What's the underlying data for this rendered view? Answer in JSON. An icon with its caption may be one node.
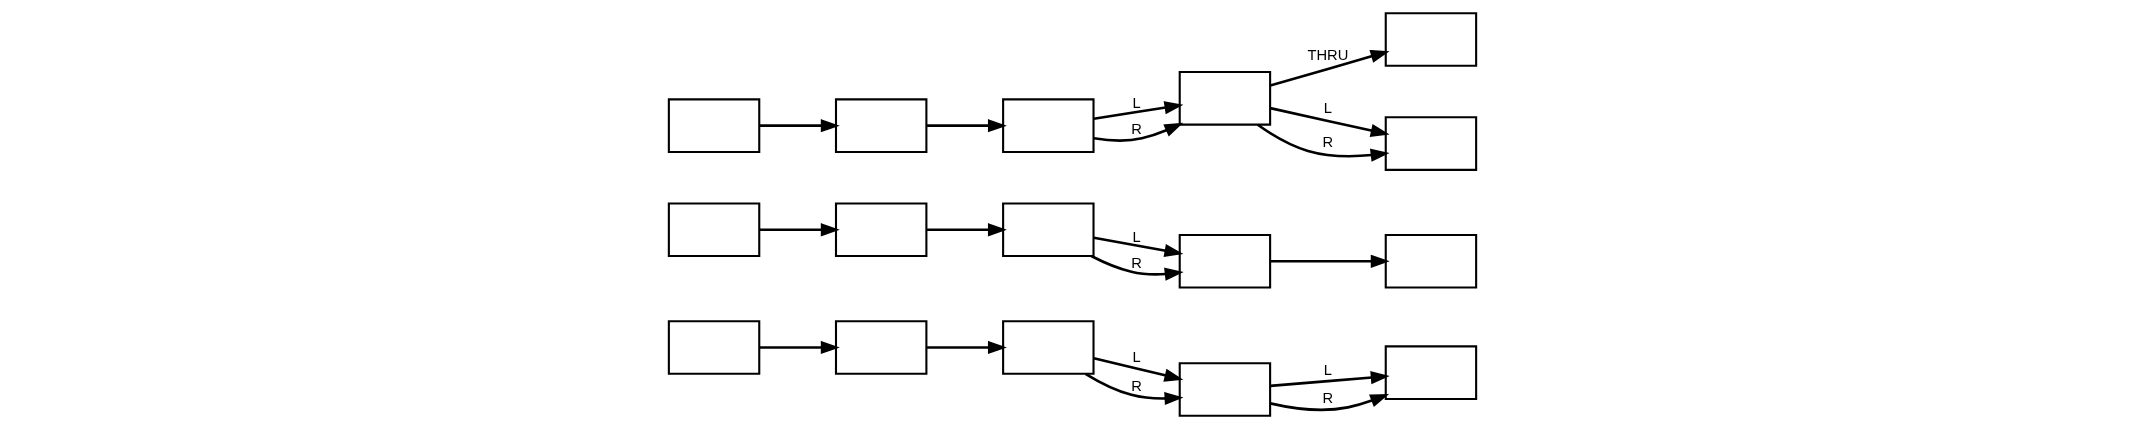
{
  "diagram": {
    "nodes": [
      {
        "text": [],
        "shape": "box"
      },
      {
        "text": [],
        "shape": "box"
      },
      {
        "text": [],
        "shape": "box"
      },
      {
        "text": [],
        "shape": "box"
      },
      {
        "text": [],
        "shape": "box"
      },
      {
        "text": [],
        "shape": "box"
      },
      {
        "text": [],
        "shape": "box"
      },
      {
        "text": [],
        "shape": "box"
      },
      {
        "text": [],
        "shape": "box"
      },
      {
        "text": [],
        "shape": "box"
      },
      {
        "text": [],
        "shape": "box"
      },
      {
        "text": [],
        "shape": "box"
      },
      {
        "text": [],
        "shape": "box"
      },
      {
        "text": [],
        "shape": "box"
      },
      {
        "text": [],
        "shape": "box"
      },
      {
        "text": [],
        "shape": "box"
      }
    ],
    "edges": [
      {
        "from": 0,
        "to": 1,
        "arrow": "to"
      },
      {
        "from": 1,
        "to": 2,
        "arrow": "to"
      },
      {
        "from": 2,
        "to": 3,
        "arrow": "to",
        "label": "L"
      },
      {
        "from": 2,
        "to": 3,
        "arrow": "to",
        "label": "R"
      },
      {
        "from": 3,
        "to": 4,
        "arrow": "to",
        "label": "L"
      },
      {
        "from": 3,
        "to": 4,
        "arrow": "to",
        "label": "R"
      },
      {
        "from": 5,
        "to": 6,
        "arrow": "to"
      },
      {
        "from": 6,
        "to": 7,
        "arrow": "to"
      },
      {
        "from": 7,
        "to": 8,
        "arrow": "to",
        "label": "L"
      },
      {
        "from": 7,
        "to": 8,
        "arrow": "to",
        "label": "R"
      },
      {
        "from": 8,
        "to": 9,
        "arrow": "to"
      },
      {
        "from": 10,
        "to": 11,
        "arrow": "to"
      },
      {
        "from": 11,
        "to": 12,
        "arrow": "to"
      },
      {
        "from": 12,
        "to": 13,
        "arrow": "to",
        "label": "L"
      },
      {
        "from": 12,
        "to": 13,
        "arrow": "to",
        "label": "R"
      },
      {
        "from": 13,
        "to": 14,
        "arrow": "to",
        "label": "THRU"
      },
      {
        "from": 13,
        "to": 15,
        "arrow": "to",
        "label": "L"
      },
      {
        "from": 13,
        "to": 15,
        "arrow": "to",
        "label": "R"
      }
    ]
  }
}
